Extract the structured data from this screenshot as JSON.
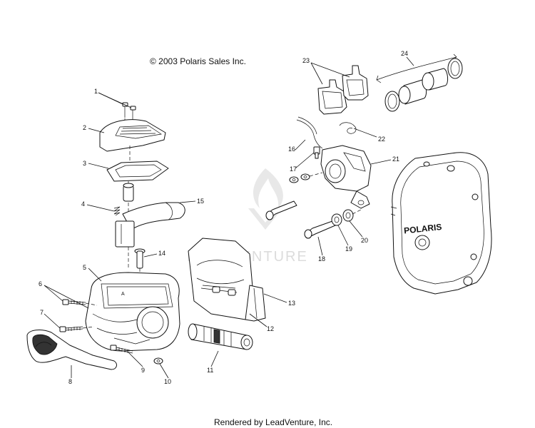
{
  "copyright": "© 2003 Polaris Sales Inc.",
  "footer": "Rendered by LeadVenture, Inc.",
  "watermark": "LEADVENTURE",
  "cover_logo": "POLARIS",
  "callouts": [
    "1",
    "2",
    "3",
    "4",
    "5",
    "6",
    "7",
    "8",
    "9",
    "10",
    "11",
    "12",
    "13",
    "14",
    "15",
    "16",
    "17",
    "18",
    "19",
    "20",
    "21",
    "22",
    "23",
    "24"
  ],
  "colors": {
    "line": "#111111",
    "watermark": "#d9d9d9",
    "background": "#ffffff"
  }
}
